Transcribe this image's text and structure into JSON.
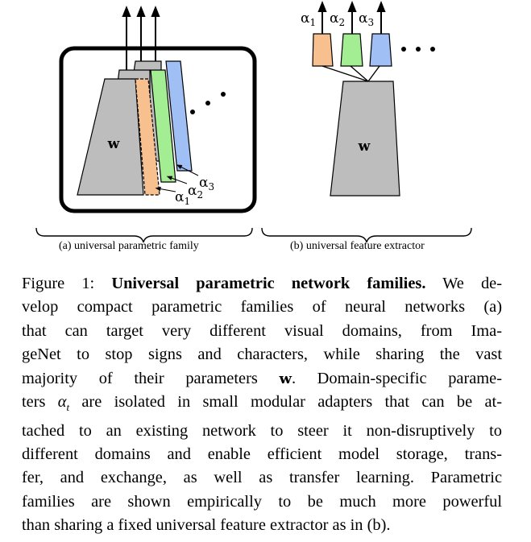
{
  "figure": {
    "panel_a": {
      "caption": "(a) universal parametric family",
      "block_label": "w",
      "adapter_labels": [
        "α",
        "α",
        "α"
      ],
      "adapter_subscripts": [
        "1",
        "2",
        "3"
      ],
      "colors": {
        "backbone": "#bdbdbd",
        "adapter1": "#f7c08e",
        "adapter2": "#a3ee92",
        "adapter3": "#9fbff5",
        "frame": "#000000"
      }
    },
    "panel_b": {
      "caption": "(b) universal feature extractor",
      "block_label": "w",
      "adapter_labels": [
        "α",
        "α",
        "α"
      ],
      "adapter_subscripts": [
        "1",
        "2",
        "3"
      ]
    }
  },
  "caption": {
    "line1": [
      "Figure 1: ",
      "Universal parametric network families.",
      " We de-"
    ],
    "line2": "velop compact parametric families of neural networks (a)",
    "line3": "that can target very different visual domains, from Ima-",
    "line4": "geNet to stop signs and characters, while sharing the vast",
    "line5": [
      "majority of their parameters ",
      "w",
      ". Domain-specific parame-"
    ],
    "line6": [
      "ters ",
      "α",
      "t",
      " are isolated in small modular adapters that can be at-"
    ],
    "line7": "tached to an existing network to steer it non-disruptively to",
    "line8": "different domains and enable efficient model storage, trans-",
    "line9": "fer, and exchange, as well as transfer learning. Parametric",
    "line10": "families are shown empirically to be much more powerful",
    "line11": "than sharing a fixed universal feature extractor as in (b)."
  }
}
